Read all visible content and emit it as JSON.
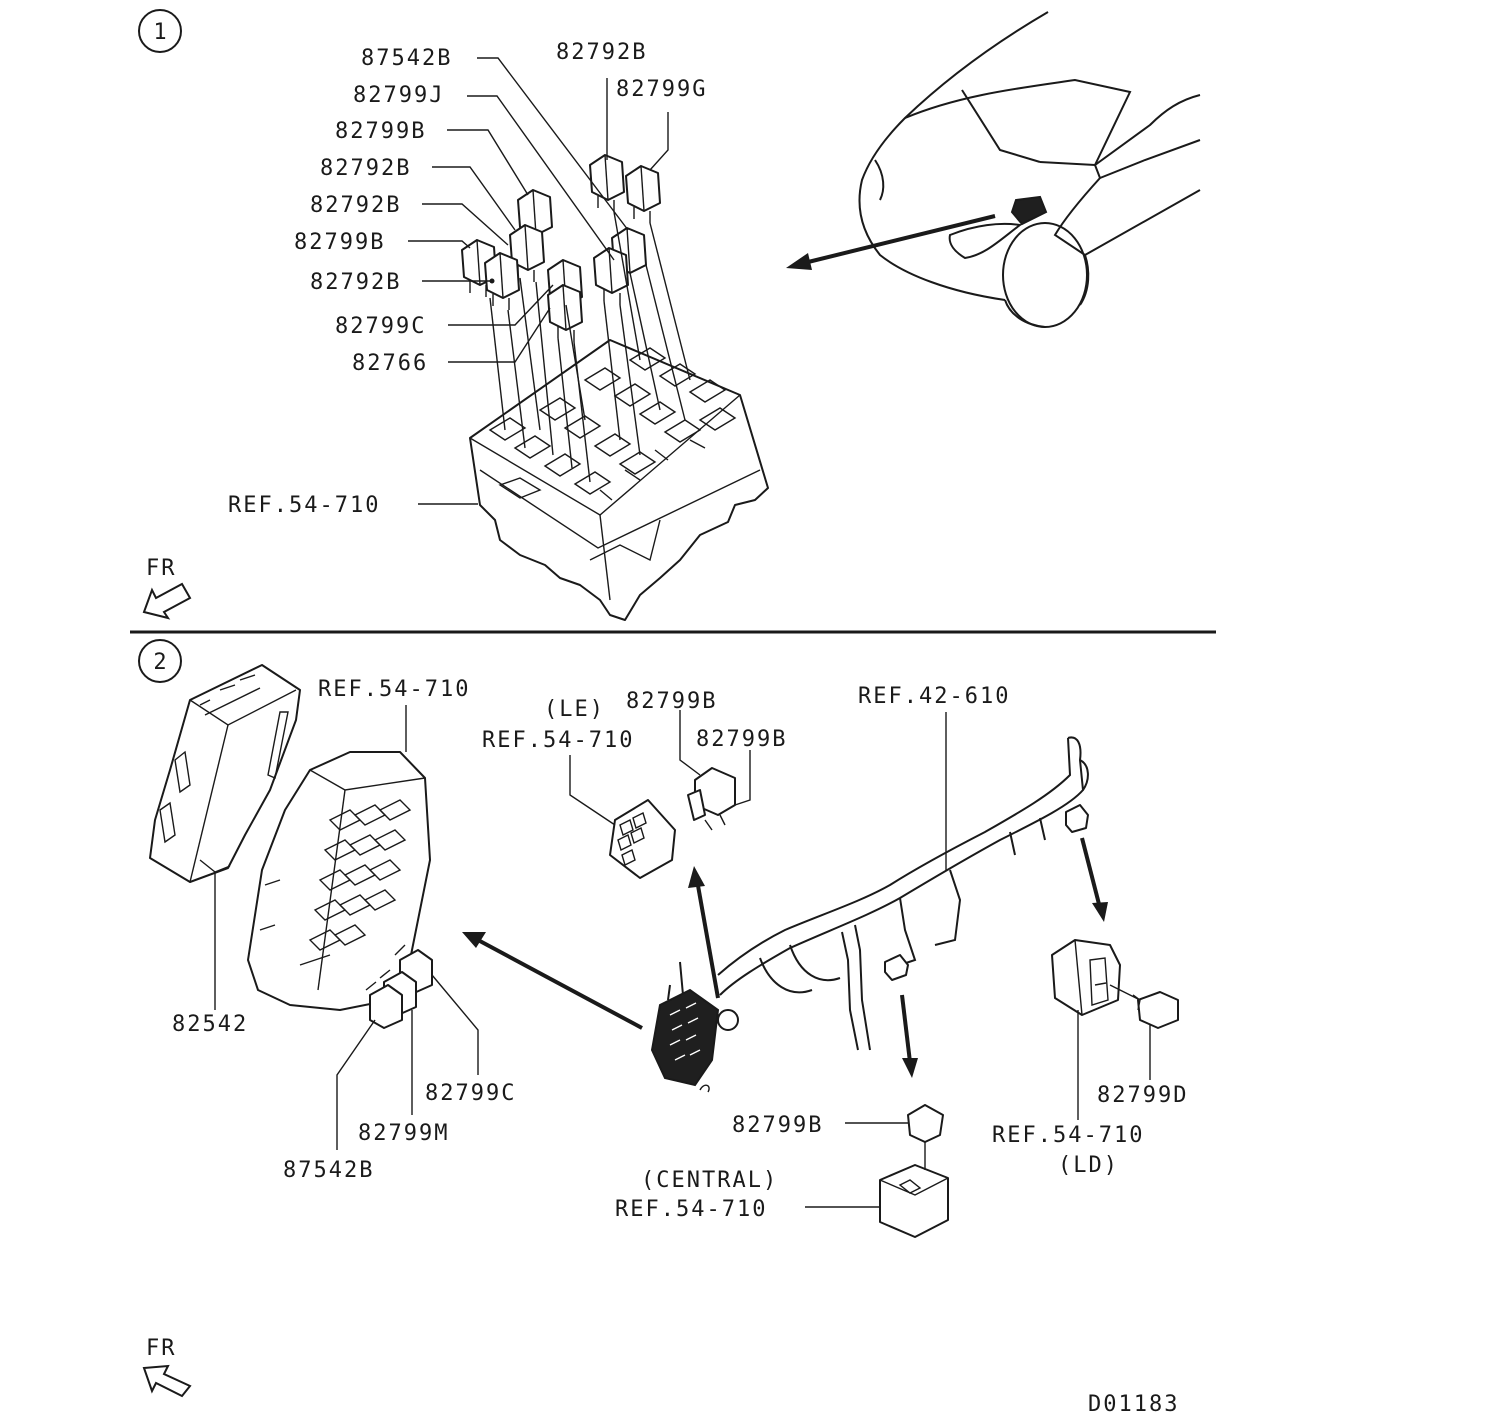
{
  "sections": {
    "one": {
      "marker": "1"
    },
    "two": {
      "marker": "2"
    }
  },
  "orientation": {
    "fr_top": "FR",
    "fr_bottom": "FR"
  },
  "labels": {
    "s1": [
      "87542B",
      "82792B",
      "82799J",
      "82799G",
      "82799B",
      "82792B",
      "82792B",
      "82799B",
      "82792B",
      "82799C",
      "82766",
      "REF.54-710"
    ],
    "s2": [
      "REF.54-710",
      "82542",
      "(LE)",
      "REF.54-710",
      "82799B",
      "82799B",
      "REF.42-610",
      "82799C",
      "82799M",
      "87542B",
      "82799B",
      "(CENTRAL)",
      "REF.54-710",
      "82799D",
      "REF.54-710",
      "(LD)"
    ]
  },
  "figure_code": "D01183"
}
